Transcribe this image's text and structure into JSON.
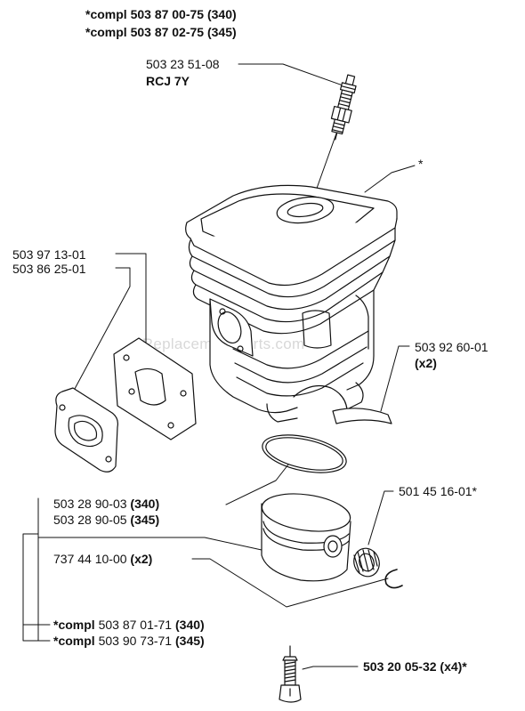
{
  "header": {
    "line1": "*compl 503 87 00-75 (340)",
    "line2": "*compl 503 87 02-75 (345)"
  },
  "watermark": "eReplacementParts.com",
  "callouts": {
    "spark_plug": {
      "number": "503 23 51-08",
      "type": "RCJ 7Y"
    },
    "cylinder": {
      "mark": "*"
    },
    "gasket_a": {
      "number": "503 97 13-01"
    },
    "gasket_b": {
      "number": "503 86 25-01"
    },
    "cylinder_gasket": {
      "number": "503 92 60-01",
      "qty": "(x2)"
    },
    "piston_340": {
      "number": "503 28 90-03",
      "model": "(340)"
    },
    "piston_345": {
      "number": "503 28 90-05",
      "model": "(345)"
    },
    "needle_bearing": {
      "number": "501 45 16-01*"
    },
    "circlip": {
      "number": "737 44 10-00",
      "qty": "(x2)"
    },
    "kit_340": {
      "prefix": "*compl",
      "number": "503 87 01-71",
      "model": "(340)"
    },
    "kit_345": {
      "prefix": "*compl",
      "number": "503 90 73-71",
      "model": "(345)"
    },
    "screw": {
      "label": "503 20 05-32 (x4)*"
    }
  }
}
